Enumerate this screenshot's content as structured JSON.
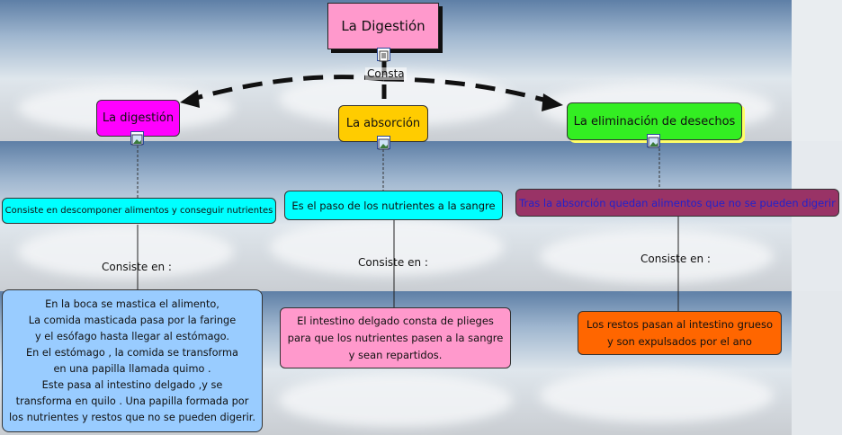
{
  "colors": {
    "root": "#ff99cc",
    "digestion": "#ff00ff",
    "absorption": "#ffcc00",
    "elimination": "#33ee22",
    "cyan": "#00ffff",
    "purple": "#993366",
    "lightblue": "#99ccff",
    "pink": "#ff99cc",
    "orange": "#ff6600"
  },
  "root": {
    "title": "La Digestión",
    "icon": "document-icon"
  },
  "link_consta": "Consta",
  "nodes": {
    "digestion": {
      "title": "La digestión",
      "icon": "image-icon"
    },
    "absorption": {
      "title": "La absorción",
      "icon": "image-icon"
    },
    "elimination": {
      "title": "La eliminación de desechos",
      "icon": "image-icon"
    }
  },
  "definitions": {
    "digestion": "Consiste en descomponer alimentos y conseguir nutrientes",
    "absorption": "Es el paso de los nutrientes a la sangre",
    "elimination": "Tras la absorción quedan alimentos que no se pueden digerir"
  },
  "link_labels": {
    "digestion": "Consiste en :",
    "absorption": "Consiste en :",
    "elimination": "Consiste en :"
  },
  "details": {
    "digestion": "En la boca se mastica el alimento,\nLa comida masticada pasa por la faringe\ny el esófago hasta llegar al estómago.\nEn el estómago , la comida se transforma\nen una papilla llamada quimo .\nEste pasa al intestino delgado ,y se\ntransforma en quilo . Una papilla formada por\nlos nutrientes y restos que no se pueden digerir.",
    "absorption": "El intestino delgado consta de plieges\npara que los nutrientes pasen a la sangre\ny sean repartidos.",
    "elimination": "Los restos pasan al intestino grueso\ny son expulsados por el ano"
  }
}
